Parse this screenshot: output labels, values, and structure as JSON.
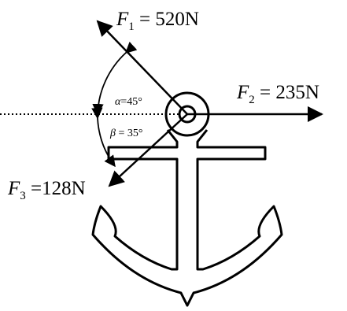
{
  "forces": {
    "f1": {
      "symbol": "F",
      "sub": "1",
      "eq": " = 520N"
    },
    "f2": {
      "symbol": "F",
      "sub": "2",
      "eq": " = 235N"
    },
    "f3": {
      "symbol": "F",
      "sub": "3",
      "eq": " =128N"
    }
  },
  "angles": {
    "alpha": {
      "symbol": "α",
      "value": "=45°"
    },
    "beta": {
      "symbol": "β",
      "value": " = 35°"
    }
  }
}
